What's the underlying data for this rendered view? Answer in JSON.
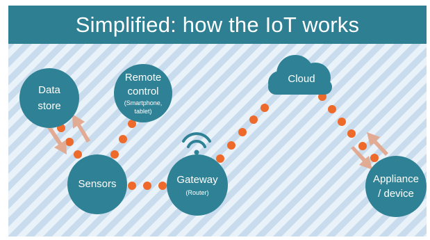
{
  "title": "Simplified: how the IoT works",
  "nodes": {
    "data_store": {
      "line1": "Data",
      "line2": "store"
    },
    "remote_control": {
      "line1": "Remote",
      "line2": "control",
      "sub1": "(Smartphone,",
      "sub2": "tablet)"
    },
    "sensors": {
      "label": "Sensors"
    },
    "gateway": {
      "label": "Gateway",
      "sub": "(Router)"
    },
    "cloud": {
      "label": "Cloud"
    },
    "appliance": {
      "line1": "Appliance",
      "line2": "/ device"
    }
  },
  "icons": {
    "wifi": "wifi-icon"
  },
  "colors": {
    "banner": "#2e7f92",
    "node": "#2f8295",
    "connector_dot": "#ee6a2b",
    "arrow": "#e3a78d",
    "stripe_dark": "#c9dced",
    "stripe_light": "#eaf2f9"
  }
}
